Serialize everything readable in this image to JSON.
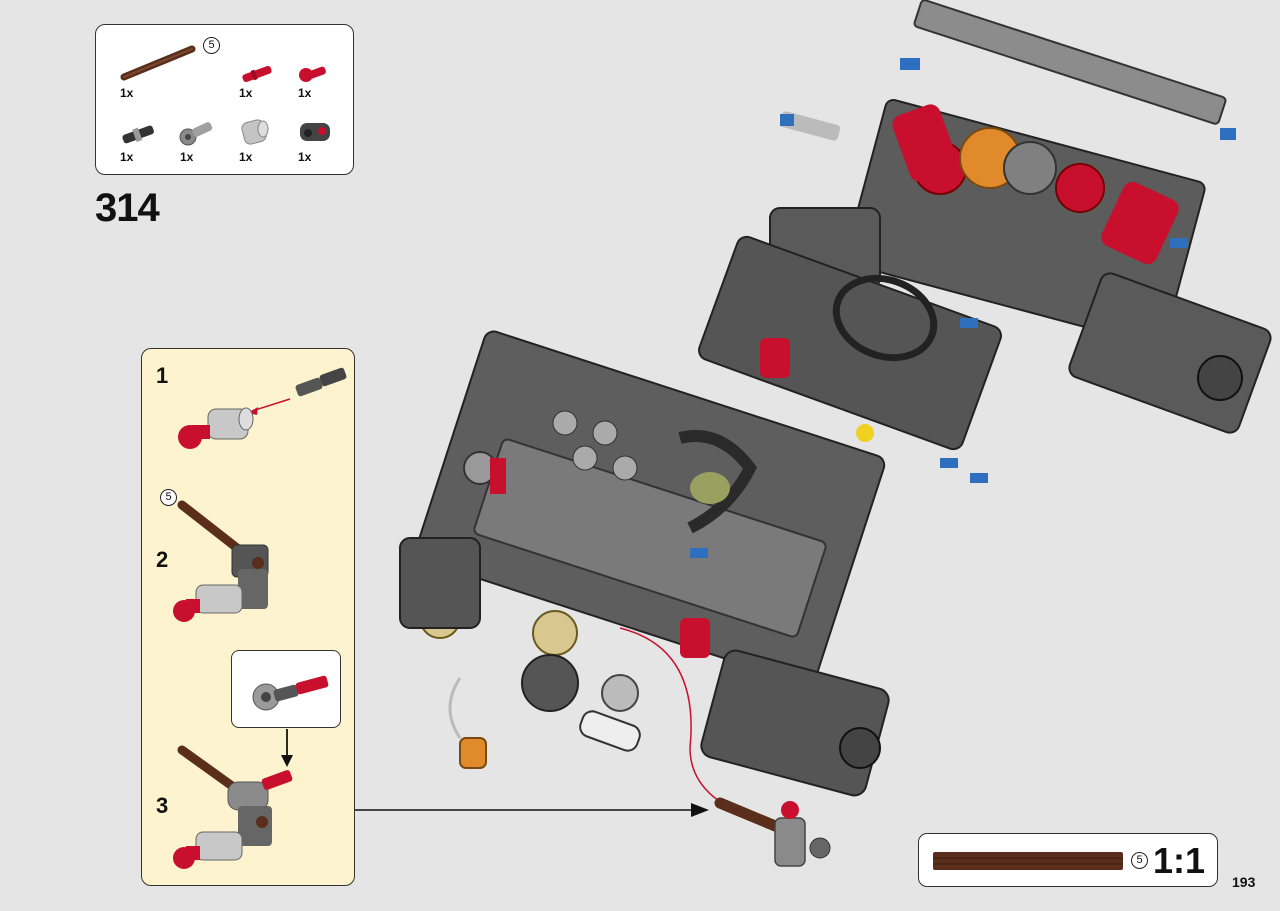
{
  "parts_list": {
    "items": [
      {
        "name": "axle-brown",
        "length_label": "5",
        "quantity": "1x",
        "color": "#5a2e1a"
      },
      {
        "name": "pin-red-long",
        "quantity": "1x",
        "color": "#c8102e"
      },
      {
        "name": "pin-red-short",
        "quantity": "1x",
        "color": "#c8102e"
      },
      {
        "name": "pin-black-axle",
        "quantity": "1x",
        "color": "#333333"
      },
      {
        "name": "connector-gray",
        "quantity": "1x",
        "color": "#8a8a8a"
      },
      {
        "name": "bush-light-gray",
        "quantity": "1x",
        "color": "#b8b8b8"
      },
      {
        "name": "connector-dark-gray",
        "quantity": "1x",
        "color": "#444444"
      }
    ]
  },
  "step": {
    "number": "314"
  },
  "substeps": {
    "step1": "1",
    "step2": "2",
    "step3": "3",
    "axle_length_label": "5"
  },
  "scale_reference": {
    "length_label": "5",
    "scale": "1:1"
  },
  "page": {
    "number": "193"
  },
  "colors": {
    "accent_red": "#c8102e",
    "brown": "#5a2e1a",
    "panel_yellow": "#fdf3cf"
  }
}
